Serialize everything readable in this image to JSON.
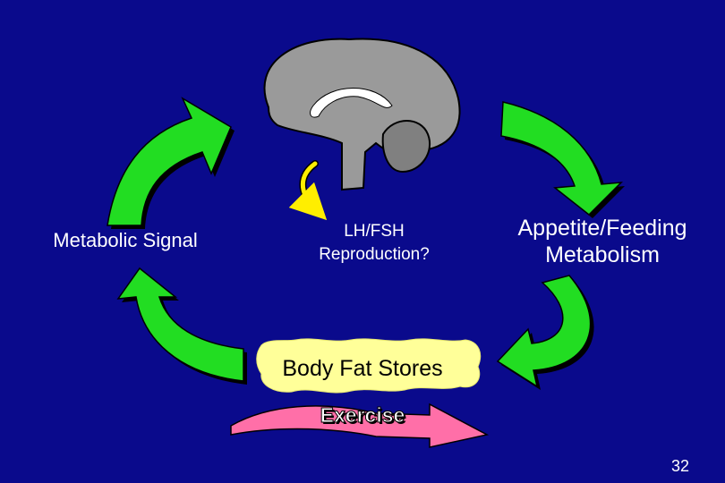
{
  "labels": {
    "metabolic_signal": "Metabolic Signal",
    "lhfsh_line1": "LH/FSH",
    "lhfsh_line2": "Reproduction?",
    "appetite_line1": "Appetite/Feeding",
    "appetite_line2": "Metabolism",
    "body_fat": "Body Fat Stores",
    "exercise": "Exercise"
  },
  "page_number": "32",
  "colors": {
    "background": "#0a0a8c",
    "cycle_arrow": "#22dd22",
    "brain": "#9a9a9a",
    "brain_highlight": "#ffffff",
    "lhfsh_arrow": "#ffee00",
    "body_fat_blob": "#ffff99",
    "exercise_arrow": "#ff6fa8"
  },
  "icons": [
    "brain-icon",
    "cycle-arrow",
    "curved-arrow",
    "body-fat-blob",
    "exercise-arrow"
  ]
}
